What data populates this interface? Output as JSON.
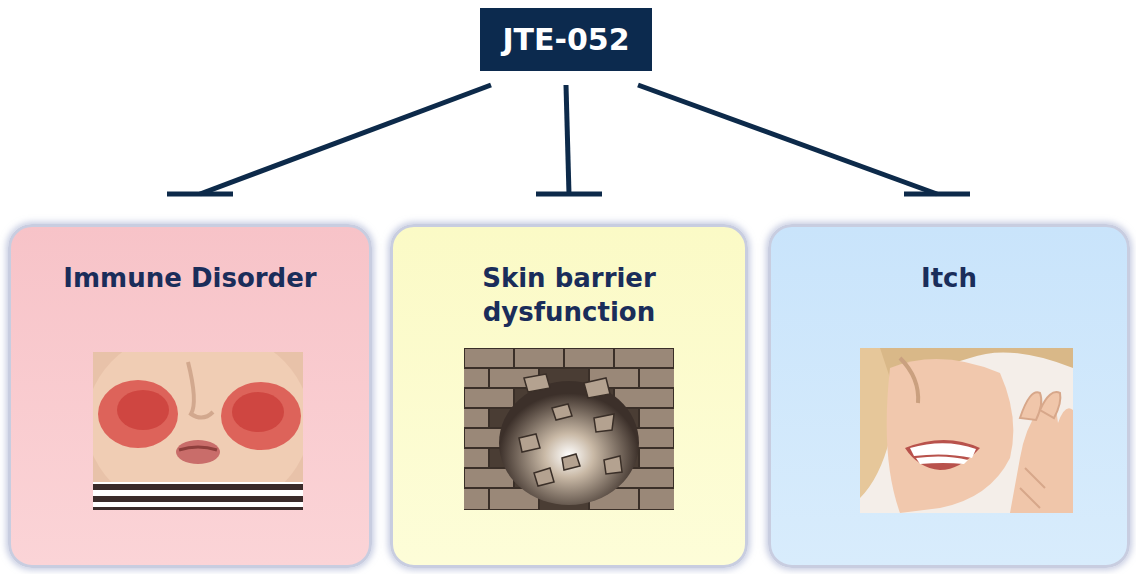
{
  "diagram": {
    "nodes": [
      {
        "text": [
          "JTE-052"
        ]
      },
      {
        "text": [
          "Immune Disorder"
        ]
      },
      {
        "text": [
          "Skin barrier dysfunction"
        ]
      },
      {
        "text": [
          "Itch"
        ]
      }
    ],
    "edges": [
      {
        "from": 0,
        "to": 1,
        "arrow": "to"
      },
      {
        "from": 0,
        "to": 2,
        "arrow": "to"
      },
      {
        "from": 0,
        "to": 3,
        "arrow": "to"
      }
    ]
  }
}
